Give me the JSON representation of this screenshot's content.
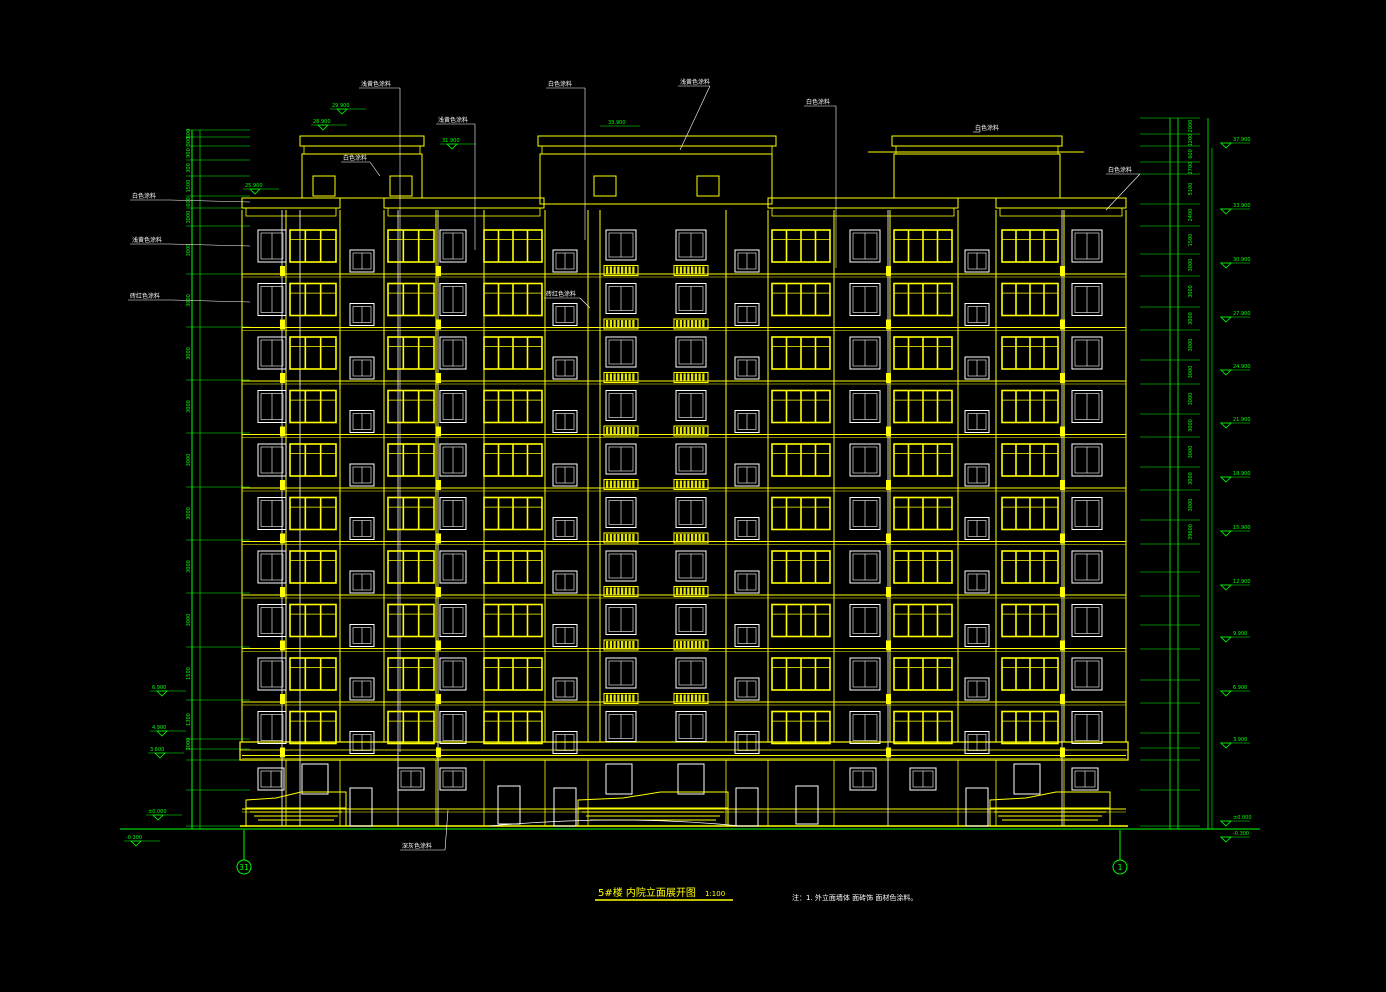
{
  "drawing": {
    "title": "5#楼 内院立面展开图",
    "scale": "1:100",
    "note": "注：1. 外立面墙体  面砖饰       面材色涂料。"
  },
  "axes": {
    "left": "31",
    "right": "1"
  },
  "material_labels": [
    "浅黄色涂料",
    "浅黄色涂料",
    "白色涂料",
    "浅黄色涂料",
    "白色涂料",
    "白色涂料",
    "白色涂料",
    "白色涂料",
    "浅黄色涂料",
    "砖红色涂料",
    "砖红色涂料",
    "白色涂料",
    "深灰色涂料"
  ],
  "elevations_left": [
    "29.900",
    "28.900",
    "31.900",
    "25.900",
    "6.900",
    "4.900",
    "3.600",
    "±0.000",
    "-0.300"
  ],
  "elevations_top": [
    "33.900"
  ],
  "elevations_right": [
    "37.900",
    "33.900",
    "30.900",
    "27.900",
    "24.900",
    "21.900",
    "18.900",
    "15.900",
    "12.900",
    "9.900",
    "6.900",
    "3.900",
    "±0.000",
    "-0.300"
  ],
  "dims_right": [
    "2000",
    "1200",
    "600",
    "2700",
    "5100",
    "2400",
    "1500",
    "3000",
    "3000",
    "3000",
    "3000",
    "3000",
    "3000",
    "3000",
    "3000",
    "3000",
    "3000",
    "39600"
  ],
  "dims_left": [
    "600",
    "300",
    "900",
    "300",
    "1500",
    "600",
    "3000",
    "3000",
    "3000",
    "3000",
    "3000",
    "3000",
    "3000",
    "3000",
    "3000",
    "1500",
    "1300",
    "3000"
  ],
  "colors": {
    "background": "#000000",
    "wall_line": "#ffff00",
    "window_line": "#ffffff",
    "dim_line": "#00ff00",
    "glazing": "#ffff00",
    "leader": "#ffffff"
  }
}
